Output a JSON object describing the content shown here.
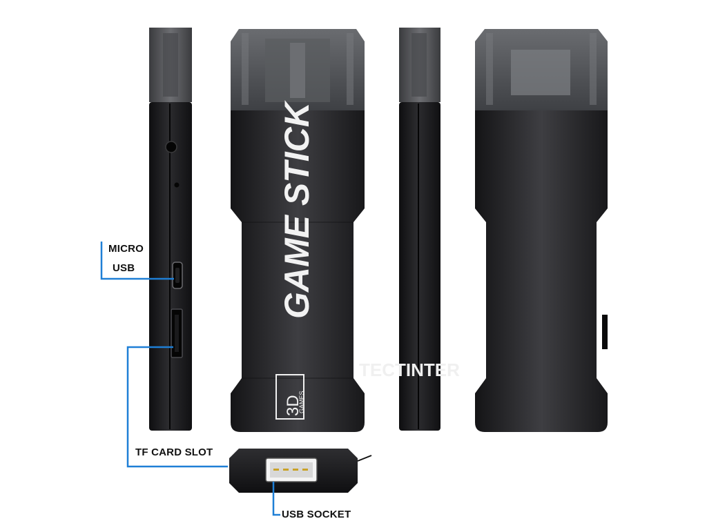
{
  "brand": {
    "title": "GAME STICK",
    "badge_main": "3D",
    "badge_sub": "GAMES"
  },
  "callouts": {
    "micro_usb_line1": "MICRO",
    "micro_usb_line2": "USB",
    "tf_card_slot": "TF CARD SLOT",
    "usb_socket": "USB SOCKET"
  },
  "watermark": {
    "text": "TECTINTER"
  },
  "colors": {
    "body_dark": "#1c1c1e",
    "body_mid": "#3a3a3c",
    "cap_smoke": "#5a5c60",
    "callout_line": "#1e7fd6",
    "port_gold": "#c9a227"
  }
}
